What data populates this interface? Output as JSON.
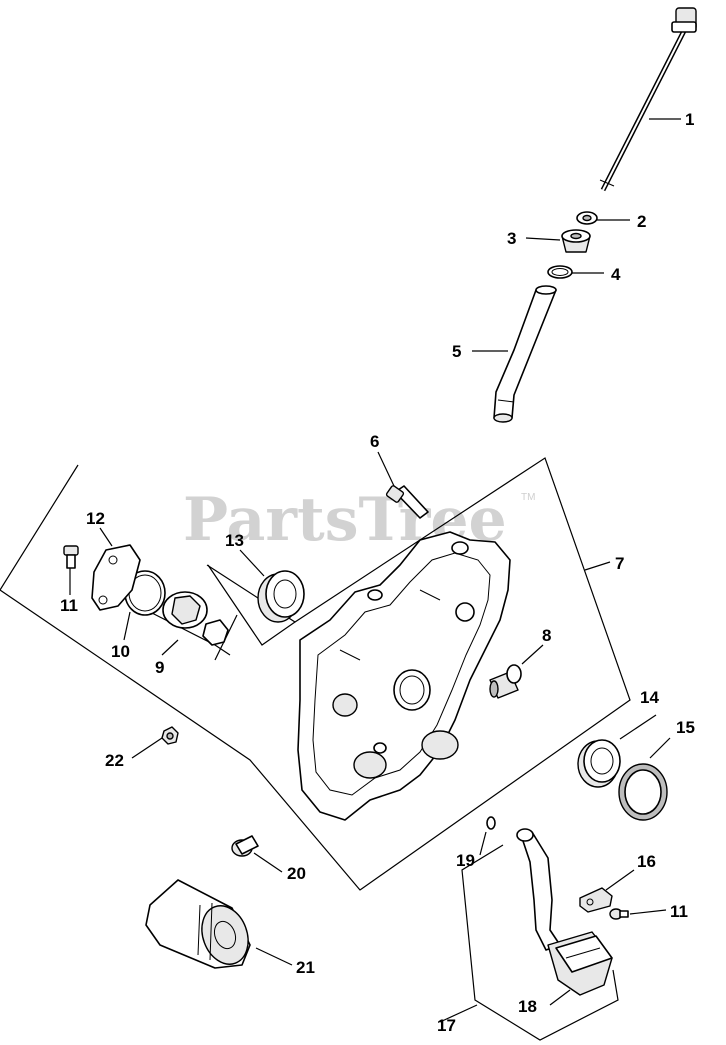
{
  "watermark": {
    "text": "PartsTree",
    "trademark": "TM"
  },
  "callouts": [
    {
      "id": "c1",
      "label": "1"
    },
    {
      "id": "c2",
      "label": "2"
    },
    {
      "id": "c3",
      "label": "3"
    },
    {
      "id": "c4",
      "label": "4"
    },
    {
      "id": "c5",
      "label": "5"
    },
    {
      "id": "c6",
      "label": "6"
    },
    {
      "id": "c7",
      "label": "7"
    },
    {
      "id": "c8",
      "label": "8"
    },
    {
      "id": "c9",
      "label": "9"
    },
    {
      "id": "c10",
      "label": "10"
    },
    {
      "id": "c11a",
      "label": "11"
    },
    {
      "id": "c11b",
      "label": "11"
    },
    {
      "id": "c12",
      "label": "12"
    },
    {
      "id": "c13",
      "label": "13"
    },
    {
      "id": "c14",
      "label": "14"
    },
    {
      "id": "c15",
      "label": "15"
    },
    {
      "id": "c16",
      "label": "16"
    },
    {
      "id": "c17",
      "label": "17"
    },
    {
      "id": "c18",
      "label": "18"
    },
    {
      "id": "c19",
      "label": "19"
    },
    {
      "id": "c20",
      "label": "20"
    },
    {
      "id": "c21",
      "label": "21"
    },
    {
      "id": "c22",
      "label": "22"
    }
  ]
}
